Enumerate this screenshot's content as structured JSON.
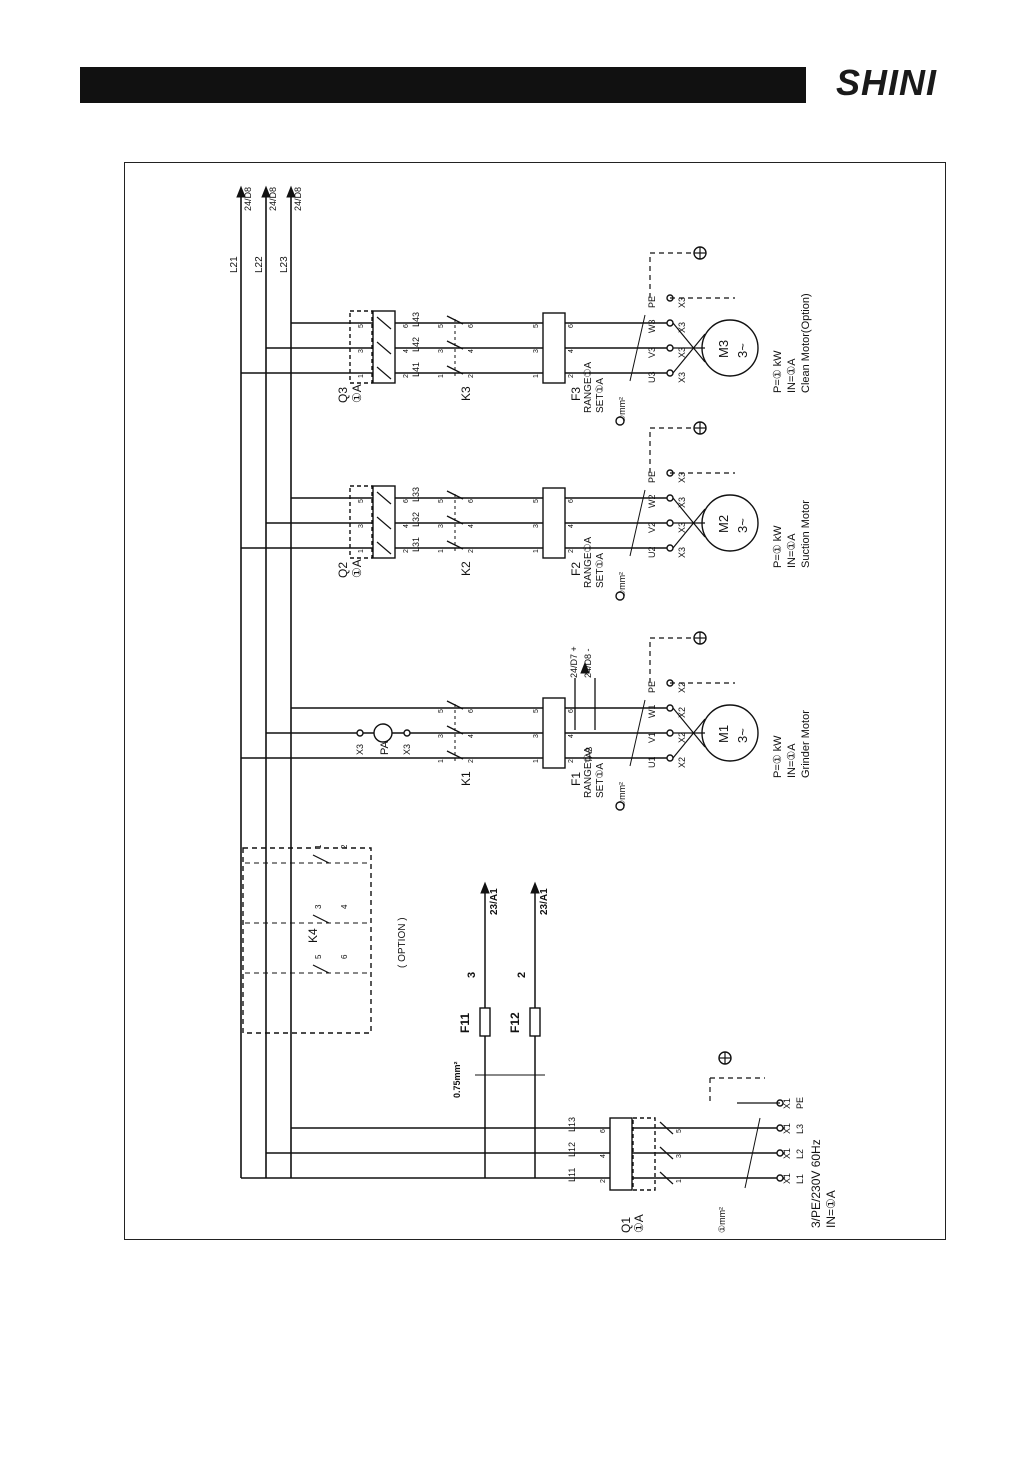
{
  "header": {
    "brand": "SHINI"
  },
  "colors": {
    "ink": "#111111",
    "bar": "#111111"
  },
  "arrows_top": [
    {
      "ref": "24/D8",
      "line": "L21"
    },
    {
      "ref": "24/D8",
      "line": "L22"
    },
    {
      "ref": "24/D8",
      "line": "L23"
    }
  ],
  "supply": {
    "breaker": "Q1",
    "breaker_rating": "①A",
    "lines": [
      "L11",
      "L12",
      "L13"
    ],
    "terminals": [
      "X1",
      "X1",
      "X1",
      "X1"
    ],
    "phases": [
      "L1",
      "L2",
      "L3",
      "PE"
    ],
    "spec": "3/PE/230V 60Hz",
    "current": "IN=①A",
    "wire": "①mm²"
  },
  "control": {
    "fuses": [
      "F11",
      "F12"
    ],
    "fuse_terms": [
      "3",
      "2"
    ],
    "fuse_refs": [
      "23/A1",
      "23/A1"
    ],
    "wire": "0.75mm²",
    "contactor": "K4",
    "contactor_pins": [
      "1",
      "2",
      "3",
      "4",
      "5",
      "6"
    ],
    "option": "( OPTION )"
  },
  "motors": [
    {
      "name": "M1",
      "desc": "Grinder Motor",
      "power": "P=① kW",
      "current": "IN=①A",
      "contactor": "K1",
      "overload": "F1",
      "range": "RANGE①A",
      "set": "SET①A",
      "terminals": [
        "U1",
        "V1",
        "W1",
        "PE"
      ],
      "xt": [
        "X2",
        "X2",
        "X2",
        "X2"
      ],
      "wire": "①mm²",
      "ammeter": "PA",
      "ammeter_terms": [
        "X3",
        "X3"
      ],
      "ct": "TA2",
      "ct_refs": [
        "24/D7 +",
        "24/D8 -"
      ]
    },
    {
      "name": "M2",
      "desc": "Suction Motor",
      "power": "P=① kW",
      "current": "IN=①A",
      "breaker": "Q2",
      "breaker_rating": "①A",
      "lines": [
        "L31",
        "L32",
        "L33"
      ],
      "contactor": "K2",
      "overload": "F2",
      "range": "RANGE①A",
      "set": "SET①A",
      "terminals": [
        "U2",
        "V2",
        "W2",
        "PE"
      ],
      "xt": [
        "X3",
        "X3",
        "X3",
        "X3"
      ],
      "wire": "①mm²"
    },
    {
      "name": "M3",
      "desc": "Clean Motor(Option)",
      "power": "P=① kW",
      "current": "IN=①A",
      "breaker": "Q3",
      "breaker_rating": "①A",
      "lines": [
        "L41",
        "L42",
        "L43"
      ],
      "contactor": "K3",
      "overload": "F3",
      "range": "RANGE①A",
      "set": "SET①A",
      "terminals": [
        "U3",
        "V3",
        "W3",
        "PE"
      ],
      "xt": [
        "X3",
        "X3",
        "X3",
        "X3"
      ],
      "wire": "①mm²"
    }
  ],
  "motor_symbol": "3~",
  "pin_numbers": [
    "1",
    "2",
    "3",
    "4",
    "5",
    "6"
  ]
}
